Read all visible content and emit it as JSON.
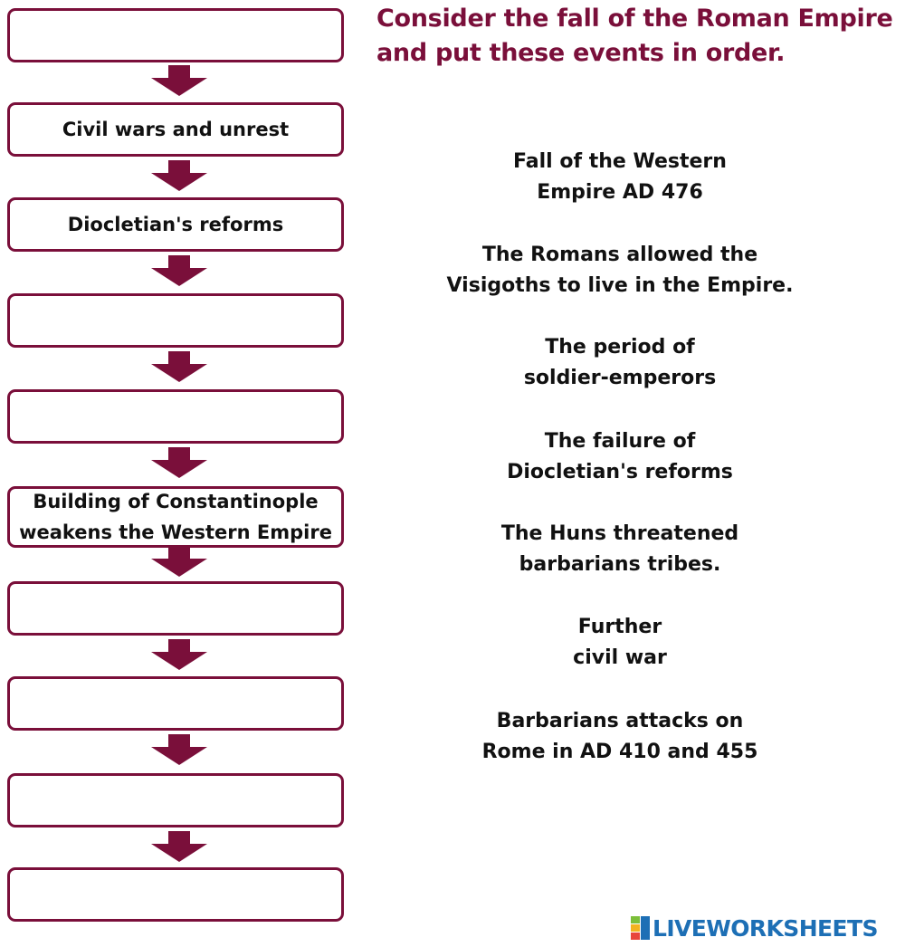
{
  "title": "Consider the fall of the Roman Empire\nand put these events in order.",
  "sequence": [
    {
      "text": ""
    },
    {
      "text": "Civil wars and unrest"
    },
    {
      "text": "Diocletian's reforms"
    },
    {
      "text": ""
    },
    {
      "text": ""
    },
    {
      "text": "Building of Constantinople\nweakens the Western Empire"
    },
    {
      "text": ""
    },
    {
      "text": ""
    },
    {
      "text": ""
    },
    {
      "text": ""
    }
  ],
  "options": [
    "Fall of the Western\nEmpire AD 476",
    "The Romans allowed the\nVisigoths to live in the Empire.",
    "The period of\nsoldier-emperors",
    "The failure of\nDiocletian's reforms",
    "The Huns threatened\nbarbarians tribes.",
    "Further\ncivil war",
    "Barbarians attacks on\nRome in AD 410 and 455"
  ],
  "brand": {
    "name": "LIVEWORKSHEETS",
    "logo_icon": "liveworksheets-logo-icon"
  },
  "colors": {
    "accent": "#7a0f3a",
    "brand": "#1d6fb5",
    "text": "#111111"
  }
}
